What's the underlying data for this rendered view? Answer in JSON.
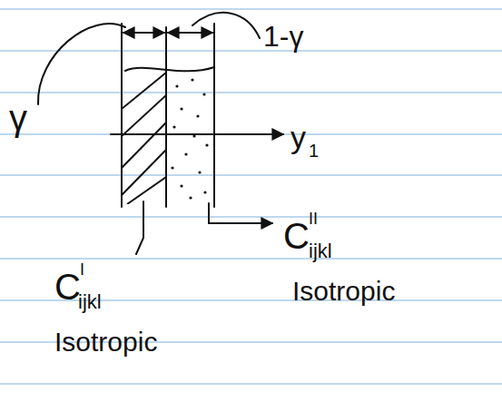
{
  "diagram": {
    "labels": [
      "γ",
      "1-γ",
      "y",
      "1",
      "C",
      "I",
      "ijkl",
      "Isotropic",
      "C",
      "II",
      "ijkl",
      "Isotropic"
    ]
  }
}
